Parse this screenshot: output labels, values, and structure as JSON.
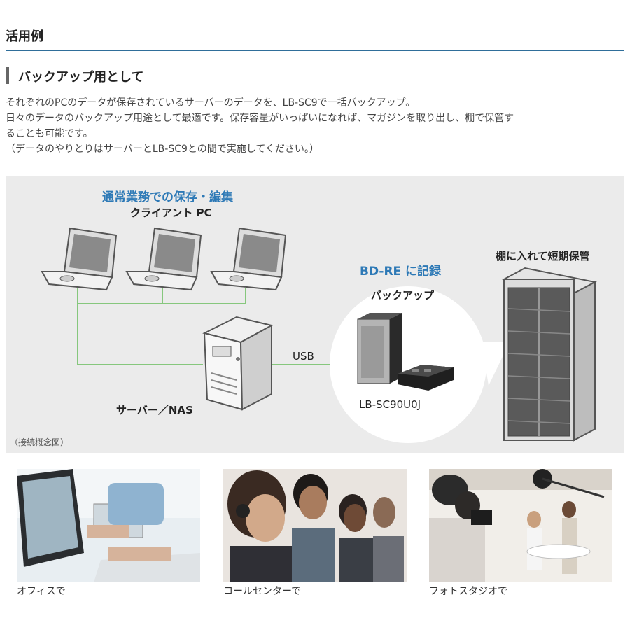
{
  "header": {
    "title": "活用例"
  },
  "section": {
    "title": "バックアップ用として",
    "lines": [
      "それぞれのPCのデータが保存されているサーバーのデータを、LB-SC9で一括バックアップ。",
      "日々のデータのバックアップ用途として最適です。保存容量がいっぱいになれば、マガジンを取り出し、棚で保管す",
      "ることも可能です。",
      "（データのやりとりはサーバーとLB-SC9との間で実施してください。）"
    ]
  },
  "diagram": {
    "client_heading": "通常業務での保存・編集",
    "client_label": "クライアント PC",
    "server_label": "サーバー／NAS",
    "usb_label": "USB",
    "bdre_heading": "BD-RE に記録",
    "backup_label": "バックアップ",
    "device_label": "LB-SC90U0J",
    "shelf_label": "棚に入れて短期保管",
    "caption": "（接続概念図）",
    "colors": {
      "accent": "#2d79b6",
      "line": "#86c77d",
      "panel": "#ebebeb"
    }
  },
  "photos": [
    {
      "caption": "オフィスで",
      "icon": "office-photo"
    },
    {
      "caption": "コールセンターで",
      "icon": "call-center-photo"
    },
    {
      "caption": "フォトスタジオで",
      "icon": "photo-studio-photo"
    }
  ]
}
